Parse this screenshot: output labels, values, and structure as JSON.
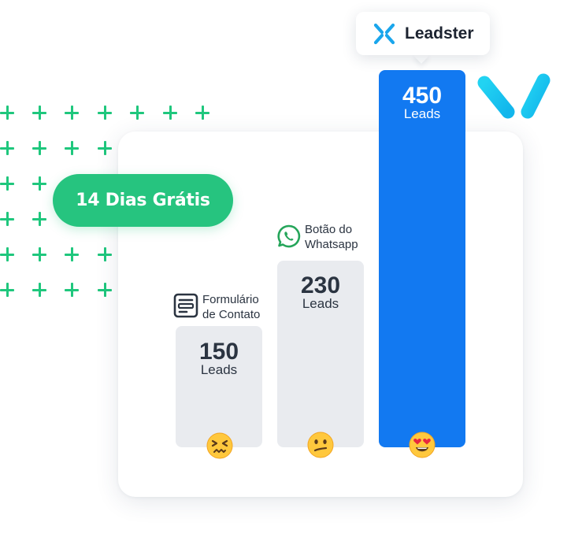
{
  "promo": {
    "badge_label": "14 Dias Grátis"
  },
  "brand": {
    "name": "Leadster",
    "icon": "leadster-logo-icon",
    "accent": "#1279f1"
  },
  "colors": {
    "gray_bar": "#e9ebef",
    "blue_bar": "#1279f1",
    "green": "#26c47f",
    "text": "#2b3441"
  },
  "chart_data": {
    "type": "bar",
    "categories": [
      "Formulário de Contato",
      "Botão do Whatsapp",
      "Leadster"
    ],
    "values": [
      150,
      230,
      450
    ],
    "unit": "Leads",
    "bars": [
      {
        "label_line1": "Formulário",
        "label_line2": "de Contato",
        "value": "150",
        "unit": "Leads",
        "icon": "form-icon",
        "emoji": "confounded-face-emoji"
      },
      {
        "label_line1": "Botão do",
        "label_line2": "Whatsapp",
        "value": "230",
        "unit": "Leads",
        "icon": "whatsapp-icon",
        "emoji": "confused-face-emoji"
      },
      {
        "label_line1": "",
        "label_line2": "",
        "value": "450",
        "unit": "Leads",
        "icon": "leadster-logo-icon",
        "emoji": "heart-eyes-emoji"
      }
    ]
  }
}
